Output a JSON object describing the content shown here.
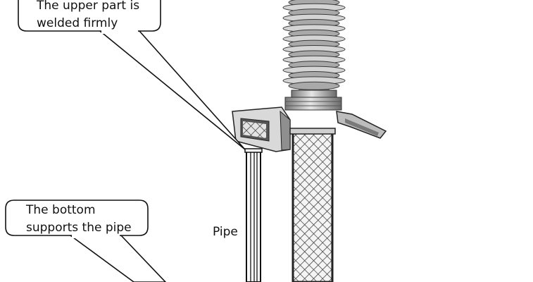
{
  "callouts": {
    "top": {
      "line1": "The upper part is",
      "line2": "welded firmly"
    },
    "bottom": {
      "line1": "The bottom",
      "line2": "supports the pipe"
    }
  },
  "labels": {
    "pipe": "Pipe"
  },
  "colors": {
    "insulator": "#c8c8c8",
    "mesh": "#555555",
    "outline": "#111111",
    "bracket": "#9a9a9a"
  }
}
